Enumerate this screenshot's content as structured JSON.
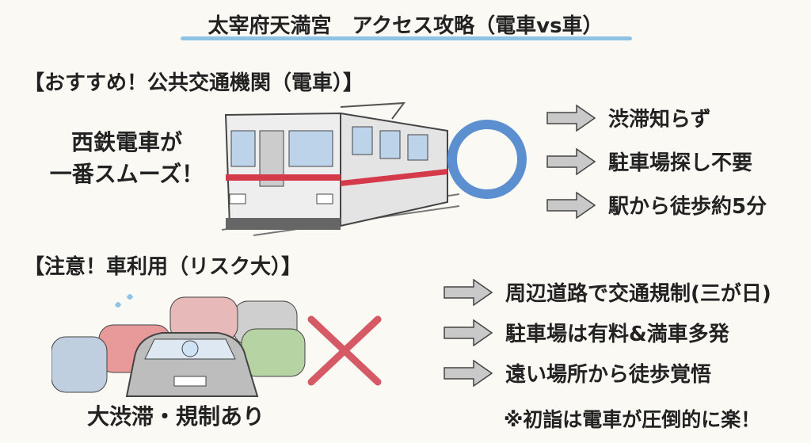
{
  "title": "太宰府天満宮　アクセス攻略（電車vs車）",
  "train_section": {
    "heading": "【おすすめ！公共交通機関（電車）】",
    "caption_line1": "西鉄電車が",
    "caption_line2": "一番スムーズ！",
    "benefits": [
      "渋滞知らず",
      "駐車場探し不要",
      "駅から徒歩約5分"
    ],
    "mark_color": "#5b8fd0"
  },
  "car_section": {
    "heading": "【注意！車利用（リスク大）】",
    "caption": "大渋滞・規制あり",
    "drawbacks": [
      "周辺道路で交通規制(三が日)",
      "駐車場は有料&満車多発",
      "遠い場所から徒歩覚悟"
    ],
    "note": "※初詣は電車が圧倒的に楽！",
    "mark_color": "#d65a66"
  }
}
